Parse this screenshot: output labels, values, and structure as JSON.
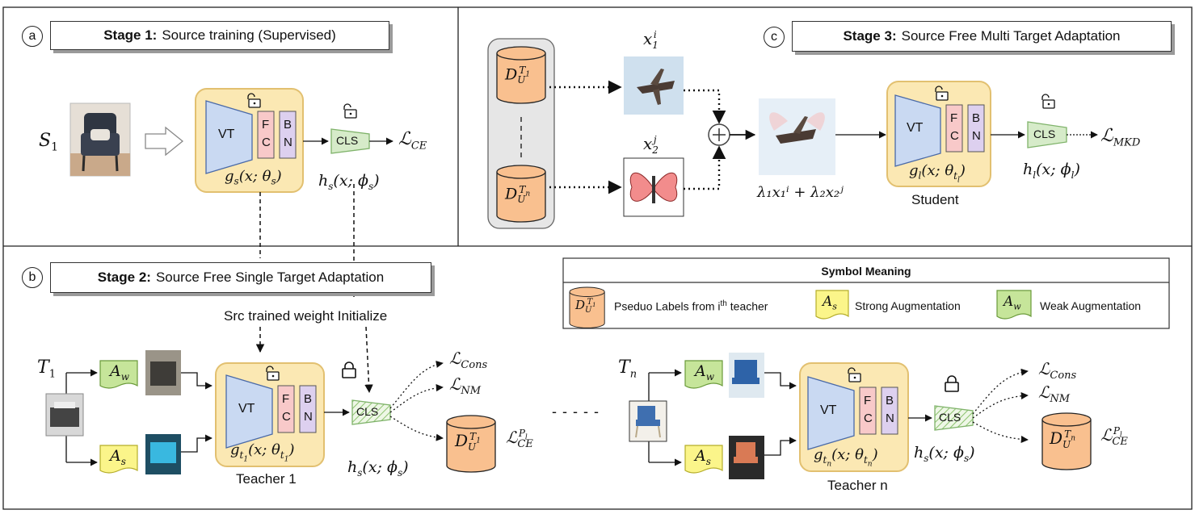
{
  "stage_a": {
    "circle": "a",
    "bold": "Stage 1:",
    "rest": "Source training (Supervised)"
  },
  "stage_b": {
    "circle": "b",
    "bold": "Stage 2:",
    "rest": "Source Free Single Target Adaptation"
  },
  "stage_c": {
    "circle": "c",
    "bold": "Stage 3:",
    "rest": "Source Free Multi Target Adaptation"
  },
  "blocks": {
    "vt": "VT",
    "fc1": "F",
    "fc2": "C",
    "bn1": "B",
    "bn2": "N",
    "cls": "CLS"
  },
  "stage1": {
    "source": "S",
    "source_sub": "1",
    "encoder": "g",
    "encoder_sub": "s",
    "encoder_args": "(x; θ",
    "encoder_args_sub": "s",
    "head": "h",
    "head_sub": "s",
    "head_args": "(x; ϕ",
    "head_args_sub": "s",
    "loss": "ℒ",
    "loss_sub": "CE"
  },
  "stage2": {
    "init_text": "Src trained weight Initialize",
    "t1": "T",
    "t1_sub": "1",
    "tn": "T",
    "tn_sub": "n",
    "aw": "A",
    "aw_sub": "w",
    "as": "A",
    "as_sub": "s",
    "enc1": "g",
    "enc1_sub": "t",
    "enc1_subsub": "1",
    "enc1_args": "(x; θ",
    "encn": "g",
    "encn_sub": "t",
    "encn_subsub": "n",
    "encn_args": "(x; θ",
    "head": "h",
    "head_sub": "s",
    "head_args": "(x; ϕ",
    "head_args_sub": "s",
    "teacher1": "Teacher 1",
    "teachern": "Teacher n",
    "l_cons": "Cons",
    "l_nm": "NM",
    "l_ce": "CE",
    "l_ce_sup": "P",
    "l_ce_supsub": "l",
    "d": "D",
    "d_sub": "U",
    "d_sup1": "T",
    "d_sup1_sub": "1",
    "d_supn_sub": "n",
    "dashes": "- - - - -"
  },
  "stage3": {
    "x1": "x",
    "x1_sub": "1",
    "x1_sup": "i",
    "x2": "x",
    "x2_sub": "2",
    "x2_sup": "j",
    "mix": "λ₁x₁ⁱ + λ₂x₂ʲ",
    "encoder": "g",
    "encoder_sub": "l",
    "encoder_args": "(x; θ",
    "encoder_args_sub": "t",
    "encoder_args_subsub": "l",
    "head": "h",
    "head_sub": "l",
    "head_args": "(x; ϕ",
    "head_args_sub": "l",
    "student": "Student",
    "loss": "ℒ",
    "loss_sub": "MKD",
    "vdots": "⋮"
  },
  "legend": {
    "title": "Symbol Meaning",
    "pseudo": "Pseduo Labels from i",
    "pseudo_sup": "th",
    "pseudo_tail": " teacher",
    "strong": "Strong Augmentation",
    "weak": "Weak Augmentation"
  },
  "colors": {
    "encoder_fill": "#fbe8b3",
    "encoder_stroke": "#e2c070",
    "vt_fill": "#c9d9f2",
    "fc_fill": "#f8c9c9",
    "bn_fill": "#ddd0ef",
    "cls_fill": "#d6ebc9",
    "cyl_fill": "#f9c08f",
    "aw_fill": "#c6e59a",
    "as_fill": "#fbf58a"
  },
  "icons": [
    "chair-image",
    "printer-image",
    "airplane-image",
    "butterfly-image",
    "unlock-icon",
    "lock-icon",
    "plus-circle-icon"
  ]
}
